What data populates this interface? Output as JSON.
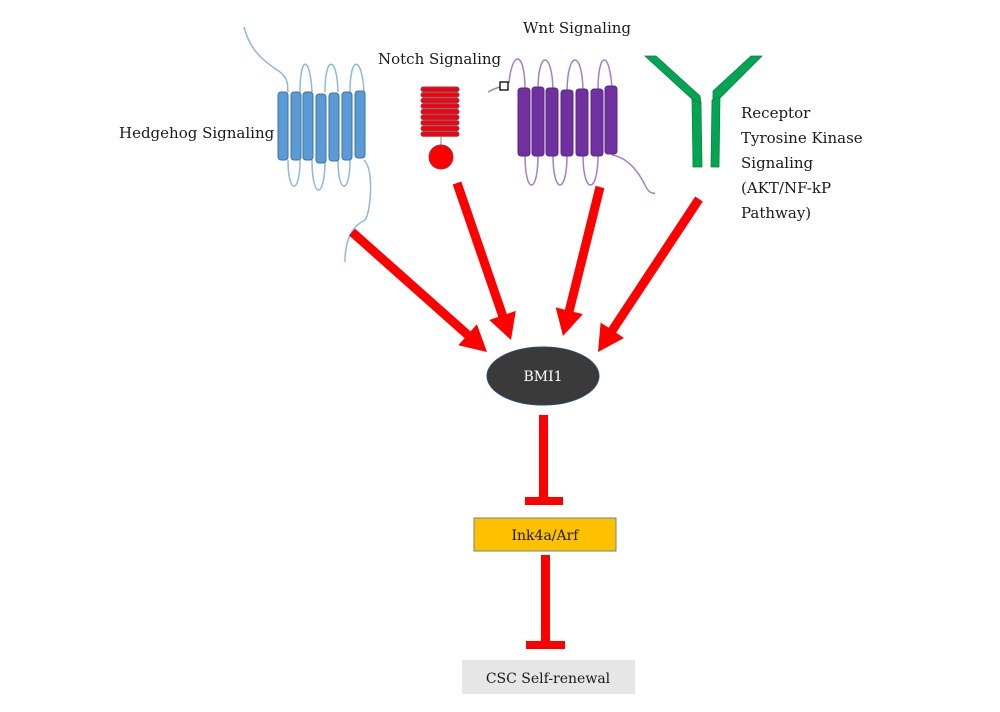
{
  "title": "Signaling pathways converging on BMI1",
  "pathways": {
    "hedgehog": {
      "label": "Hedgehog Signaling",
      "color": "#5b9bd5",
      "stroke": "#41719c",
      "helices": 7
    },
    "notch": {
      "label": "Notch Signaling",
      "color": "#ff0000",
      "stroke": "#7f3f5f",
      "repeats": 9
    },
    "wnt": {
      "label": "Wnt Signaling",
      "color": "#7030a0",
      "stroke": "#5a2880",
      "helices": 7
    },
    "rtk": {
      "label_lines": [
        "Receptor",
        "Tyrosine Kinase",
        "Signaling",
        "(AKT/NF-kP",
        "Pathway)"
      ],
      "color": "#00a651"
    }
  },
  "nodes": {
    "bmi1": {
      "label": "BMI1",
      "fill": "#3a3a3a",
      "text_color": "#ffffff"
    },
    "ink4a": {
      "label": "Ink4a/Arf",
      "fill": "#ffc000",
      "text_color": "#1a1a1a"
    },
    "csc": {
      "label": "CSC Self-renewal",
      "fill": "#e6e6e6",
      "text_color": "#1a1a1a"
    }
  },
  "edges": [
    {
      "from": "hedgehog",
      "to": "bmi1",
      "type": "activation"
    },
    {
      "from": "notch",
      "to": "bmi1",
      "type": "activation"
    },
    {
      "from": "wnt",
      "to": "bmi1",
      "type": "activation"
    },
    {
      "from": "rtk",
      "to": "bmi1",
      "type": "activation"
    },
    {
      "from": "bmi1",
      "to": "ink4a",
      "type": "inhibition"
    },
    {
      "from": "ink4a",
      "to": "csc",
      "type": "inhibition"
    }
  ],
  "edge_color": "#ff0000"
}
